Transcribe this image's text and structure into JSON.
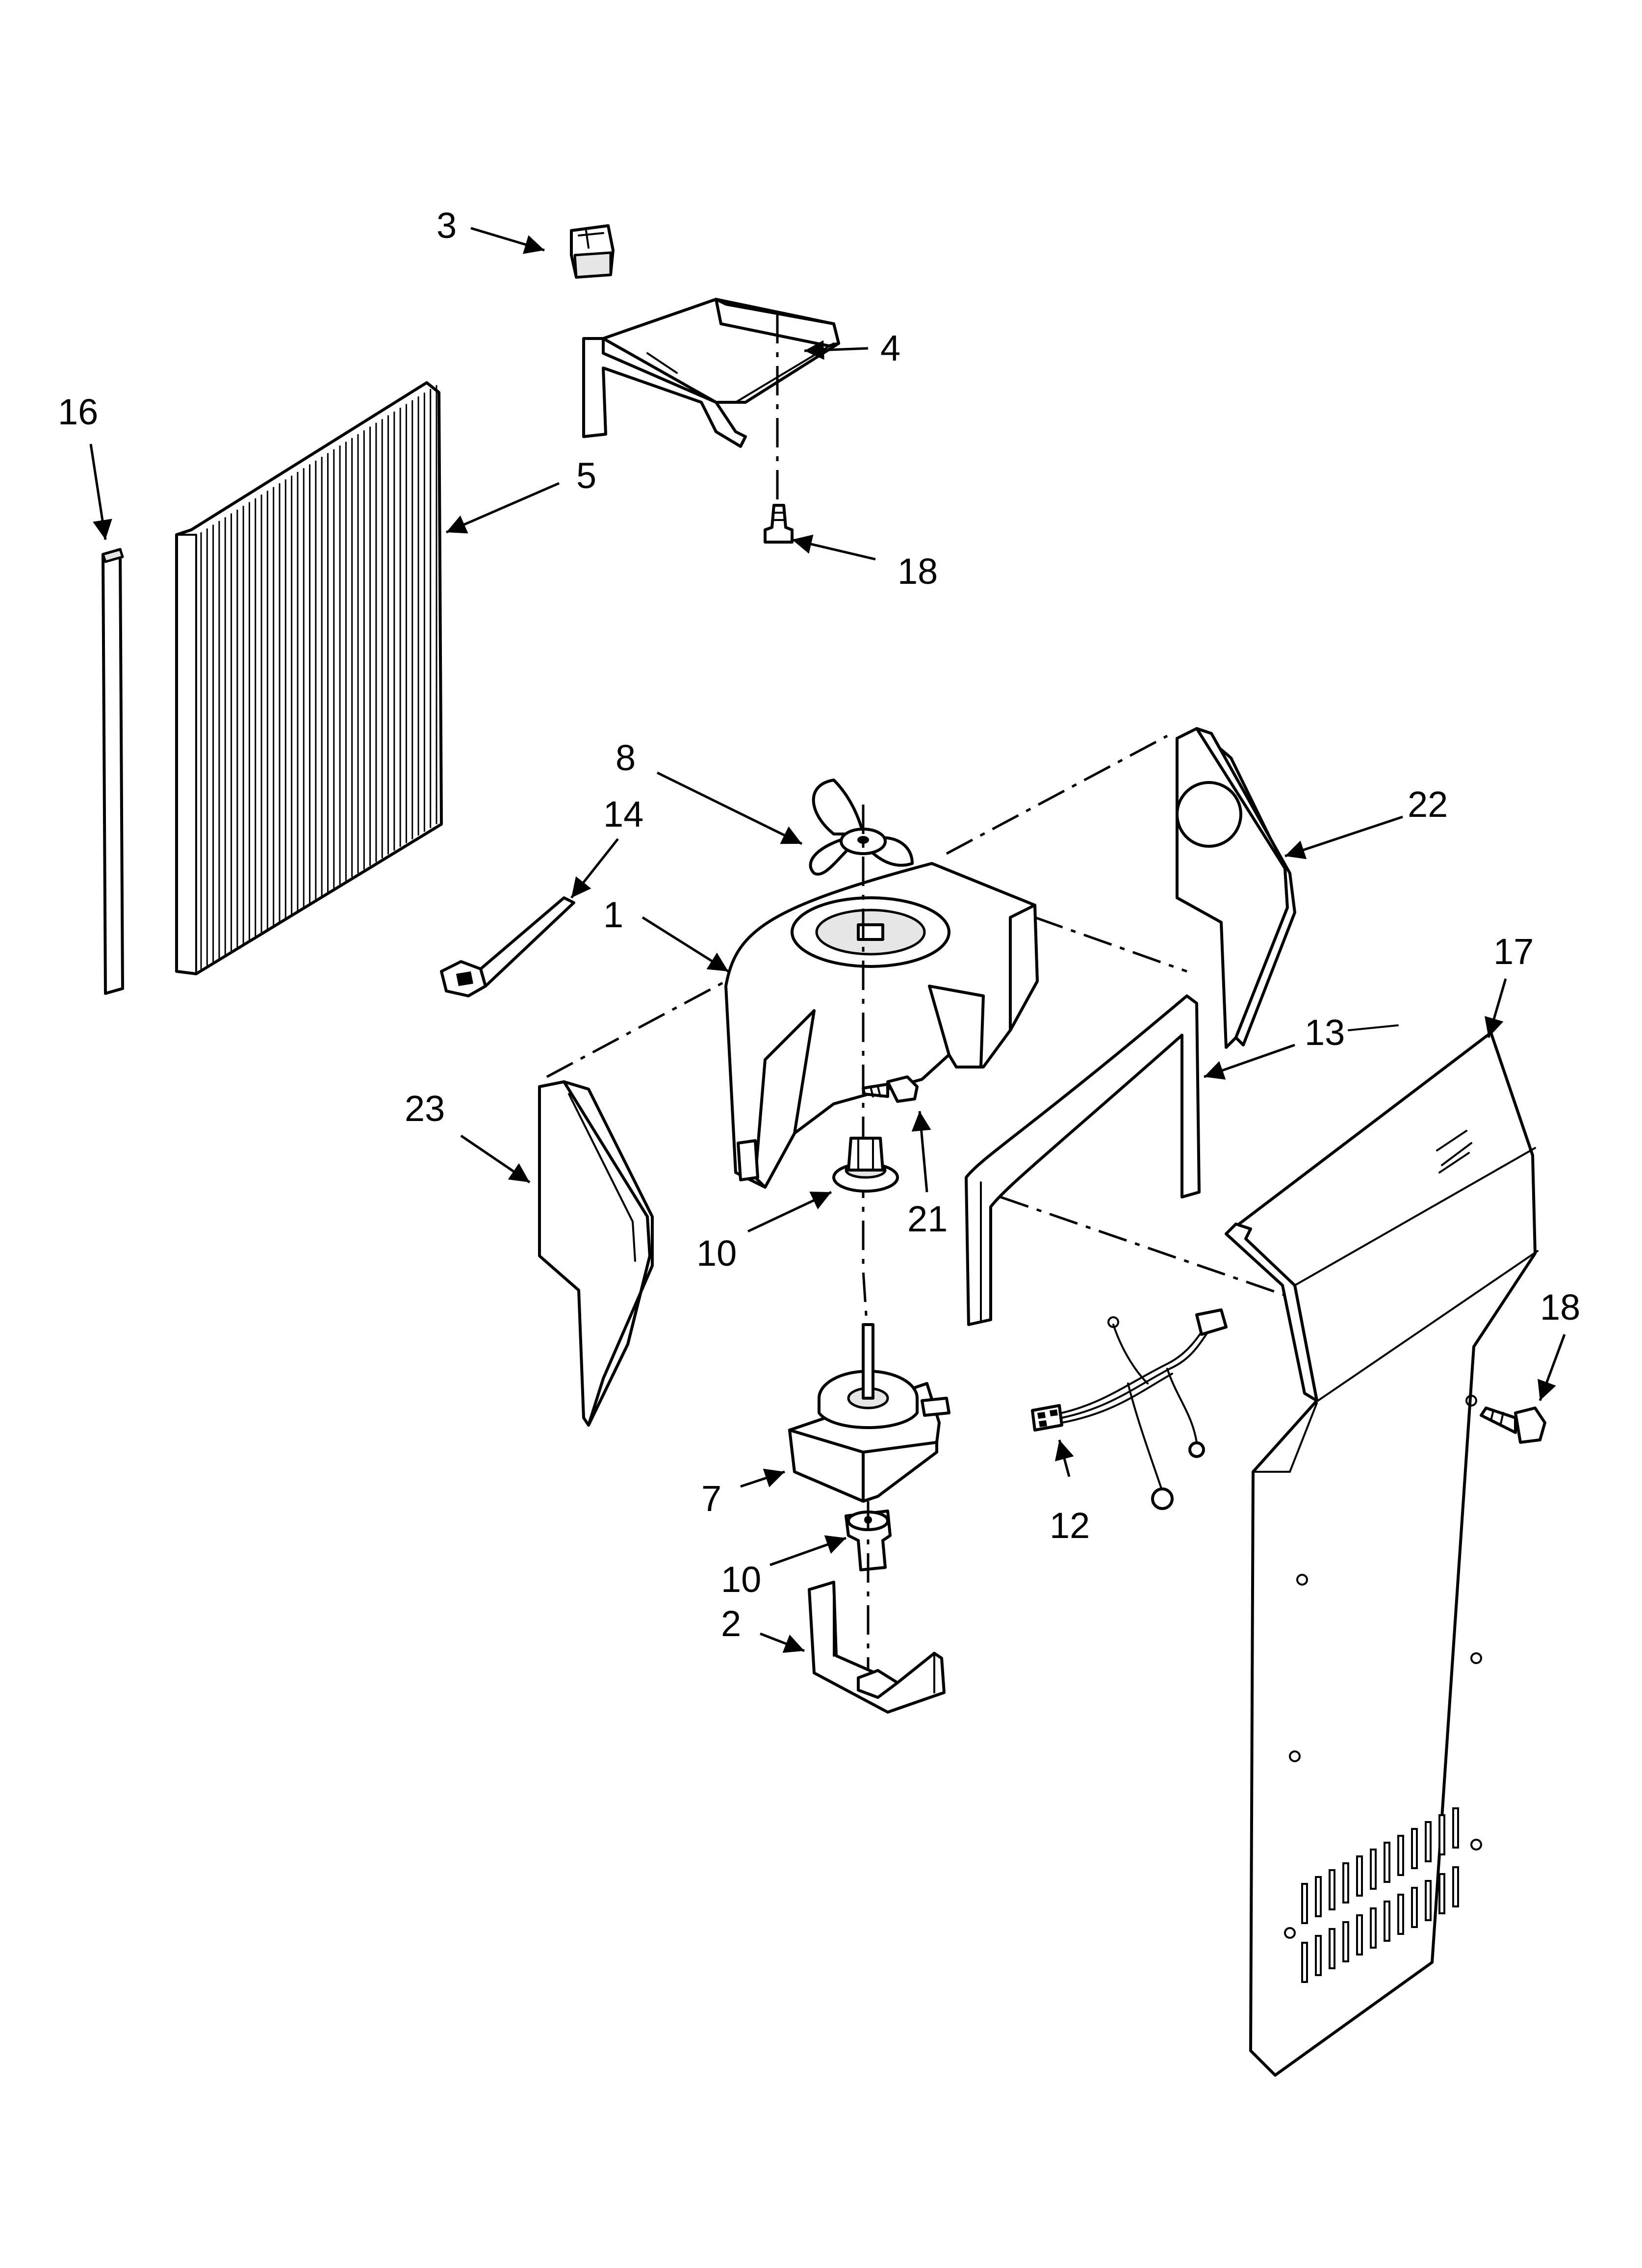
{
  "callouts": {
    "c1": "1",
    "c2": "2",
    "c3": "3",
    "c4": "4",
    "c5": "5",
    "c7": "7",
    "c8": "8",
    "c10a": "10",
    "c10b": "10",
    "c12": "12",
    "c13": "13",
    "c14": "14",
    "c16": "16",
    "c17": "17",
    "c18a": "18",
    "c18b": "18",
    "c21": "21",
    "c22": "22",
    "c23": "23"
  }
}
